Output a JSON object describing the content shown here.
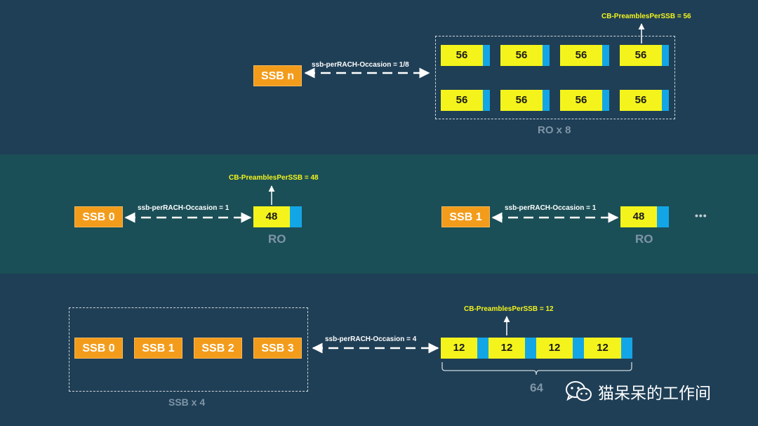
{
  "top": {
    "ssb_label": "SSB n",
    "occasion_label": "ssb-perRACH-Occasion = 1/8",
    "cb_label": "CB-PreamblesPerSSB = 56",
    "ro_values": [
      "56",
      "56",
      "56",
      "56",
      "56",
      "56",
      "56",
      "56"
    ],
    "group_label": "RO x 8"
  },
  "middle": {
    "left": {
      "ssb_label": "SSB 0",
      "occasion_label": "ssb-perRACH-Occasion = 1",
      "cb_label": "CB-PreamblesPerSSB = 48",
      "ro_value": "48",
      "ro_label": "RO"
    },
    "right": {
      "ssb_label": "SSB 1",
      "occasion_label": "ssb-perRACH-Occasion = 1",
      "ro_value": "48",
      "ro_label": "RO"
    },
    "ellipsis": "•••"
  },
  "bottom": {
    "ssb_labels": [
      "SSB 0",
      "SSB 1",
      "SSB 2",
      "SSB 3"
    ],
    "group_label": "SSB x 4",
    "occasion_label": "ssb-perRACH-Occasion = 4",
    "cb_label": "CB-PreamblesPerSSB = 12",
    "ro_values": [
      "12",
      "12",
      "12",
      "12"
    ],
    "total_label": "64"
  },
  "watermark": {
    "text": "猫呆呆的工作间",
    "icon": "wechat-icon"
  },
  "colors": {
    "ssb_fill": "#f39c1b",
    "preamble_fill": "#f4f41c",
    "ro_tail": "#13a6e6",
    "cb_text": "#f4f41c",
    "label_gray": "#7f95a6"
  }
}
